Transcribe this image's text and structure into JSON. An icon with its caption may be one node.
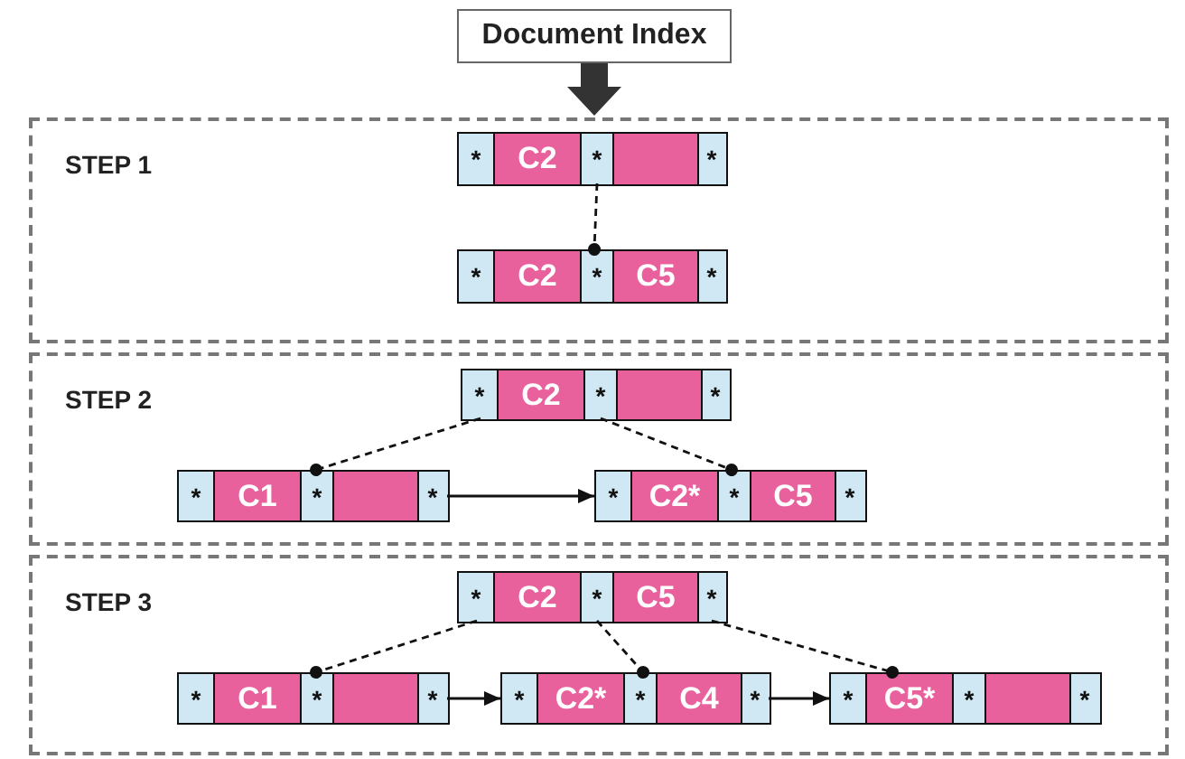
{
  "diagram": {
    "nodes": [
      {
        "text": [
          "Document Index"
        ]
      },
      {
        "text": [
          "STEP 1"
        ]
      },
      {
        "text": [],
        "shape": "box",
        "in": 1
      },
      {
        "text": [
          "*"
        ],
        "in": 2
      },
      {
        "text": [
          "C2"
        ],
        "in": 2
      },
      {
        "text": [
          "*"
        ],
        "in": 2
      },
      {
        "text": [],
        "shape": "box",
        "in": 2
      },
      {
        "text": [
          "*"
        ],
        "in": 2
      },
      {
        "text": [],
        "shape": "box",
        "in": 1
      },
      {
        "text": [
          "*"
        ],
        "in": 8
      },
      {
        "text": [
          "C2"
        ],
        "in": 8
      },
      {
        "text": [
          "*"
        ],
        "in": 8
      },
      {
        "text": [
          "C5"
        ],
        "in": 8
      },
      {
        "text": [
          "*"
        ],
        "in": 8
      },
      {
        "text": [
          "STEP 2"
        ]
      },
      {
        "text": [],
        "shape": "box",
        "in": 14
      },
      {
        "text": [
          "*"
        ],
        "in": 15
      },
      {
        "text": [
          "C2"
        ],
        "in": 15
      },
      {
        "text": [
          "*"
        ],
        "in": 15
      },
      {
        "text": [],
        "shape": "box",
        "in": 15
      },
      {
        "text": [
          "*"
        ],
        "in": 15
      },
      {
        "text": [],
        "shape": "box",
        "in": 14
      },
      {
        "text": [
          "*"
        ],
        "in": 21
      },
      {
        "text": [
          "C1"
        ],
        "in": 21
      },
      {
        "text": [
          "*"
        ],
        "in": 21
      },
      {
        "text": [],
        "shape": "box",
        "in": 21
      },
      {
        "text": [
          "*"
        ],
        "in": 21
      },
      {
        "text": [],
        "shape": "box",
        "in": 14
      },
      {
        "text": [
          "*"
        ],
        "in": 27
      },
      {
        "text": [
          "C2*"
        ],
        "in": 27
      },
      {
        "text": [
          "*"
        ],
        "in": 27
      },
      {
        "text": [
          "C5"
        ],
        "in": 27
      },
      {
        "text": [
          "*"
        ],
        "in": 27
      },
      {
        "text": [
          "STEP 3"
        ]
      },
      {
        "text": [],
        "shape": "box",
        "in": 33
      },
      {
        "text": [
          "*"
        ],
        "in": 34
      },
      {
        "text": [
          "C2"
        ],
        "in": 34
      },
      {
        "text": [
          "*"
        ],
        "in": 34
      },
      {
        "text": [
          "C5"
        ],
        "in": 34
      },
      {
        "text": [
          "*"
        ],
        "in": 34
      },
      {
        "text": [],
        "shape": "box",
        "in": 33
      },
      {
        "text": [
          "*"
        ],
        "in": 40
      },
      {
        "text": [
          "C1"
        ],
        "in": 40
      },
      {
        "text": [
          "*"
        ],
        "in": 40
      },
      {
        "text": [],
        "shape": "box",
        "in": 40
      },
      {
        "text": [
          "*"
        ],
        "in": 40
      },
      {
        "text": [],
        "shape": "box",
        "in": 33
      },
      {
        "text": [
          "*"
        ],
        "in": 46
      },
      {
        "text": [
          "C2*"
        ],
        "in": 46
      },
      {
        "text": [
          "*"
        ],
        "in": 46
      },
      {
        "text": [
          "C4"
        ],
        "in": 46
      },
      {
        "text": [
          "*"
        ],
        "in": 46
      },
      {
        "text": [],
        "shape": "box",
        "in": 33
      },
      {
        "text": [
          "*"
        ],
        "in": 52
      },
      {
        "text": [
          "C5*"
        ],
        "in": 52
      },
      {
        "text": [
          "*"
        ],
        "in": 52
      },
      {
        "text": [],
        "shape": "box",
        "in": 52
      },
      {
        "text": [
          "*"
        ],
        "in": 52
      }
    ],
    "edges": [
      {
        "from": 0,
        "to": 1,
        "arrow": "to",
        "style": "thick"
      },
      {
        "from": 5,
        "to": 8,
        "arrow": "other",
        "style": "dashed"
      },
      {
        "from": 16,
        "to": 21,
        "arrow": "other",
        "style": "dashed"
      },
      {
        "from": 18,
        "to": 27,
        "arrow": "other",
        "style": "dashed"
      },
      {
        "from": 26,
        "to": 27,
        "arrow": "to"
      },
      {
        "from": 35,
        "to": 40,
        "arrow": "other",
        "style": "dashed"
      },
      {
        "from": 37,
        "to": 46,
        "arrow": "other",
        "style": "dashed"
      },
      {
        "from": 39,
        "to": 52,
        "arrow": "other",
        "style": "dashed"
      },
      {
        "from": 45,
        "to": 46,
        "arrow": "to"
      },
      {
        "from": 51,
        "to": 52,
        "arrow": "to"
      }
    ]
  }
}
